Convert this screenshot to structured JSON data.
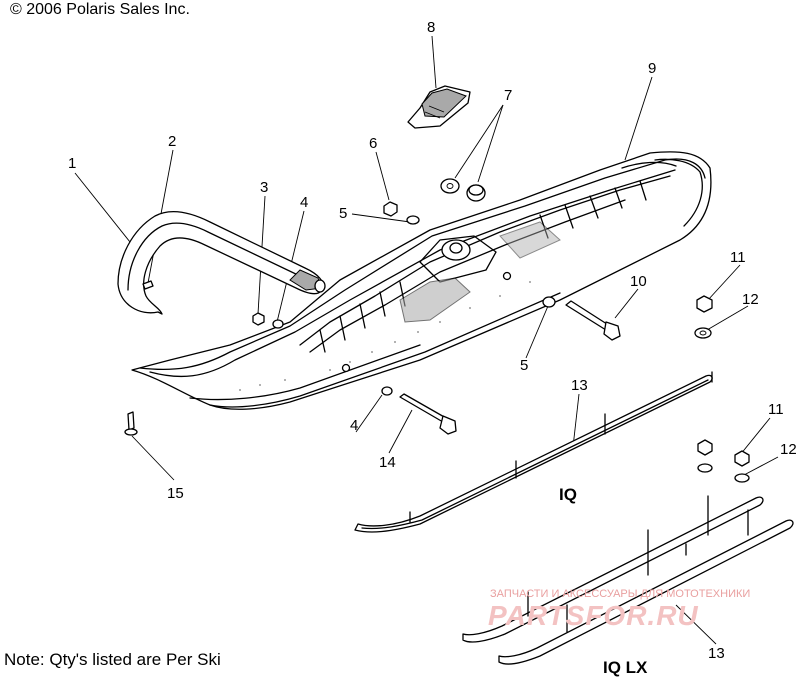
{
  "header": {
    "copyright": "© 2006 Polaris Sales Inc."
  },
  "footer": {
    "note": "Note: Qty's listed are Per Ski"
  },
  "watermark": {
    "line1": "ЗАПЧАСТИ И АКСЕССУАРЫ ДЛЯ МОТОТЕХНИКИ",
    "line2": "PARTSFOR.RU"
  },
  "models": {
    "iq": "IQ",
    "iq_lx": "IQ LX"
  },
  "callouts": [
    {
      "id": "c1",
      "label": "1"
    },
    {
      "id": "c2",
      "label": "2"
    },
    {
      "id": "c3",
      "label": "3"
    },
    {
      "id": "c4a",
      "label": "4"
    },
    {
      "id": "c4b",
      "label": "4"
    },
    {
      "id": "c5a",
      "label": "5"
    },
    {
      "id": "c5b",
      "label": "5"
    },
    {
      "id": "c6",
      "label": "6"
    },
    {
      "id": "c7",
      "label": "7"
    },
    {
      "id": "c8",
      "label": "8"
    },
    {
      "id": "c9",
      "label": "9"
    },
    {
      "id": "c10",
      "label": "10"
    },
    {
      "id": "c11a",
      "label": "11"
    },
    {
      "id": "c11b",
      "label": "11"
    },
    {
      "id": "c12a",
      "label": "12"
    },
    {
      "id": "c12b",
      "label": "12"
    },
    {
      "id": "c13a",
      "label": "13"
    },
    {
      "id": "c13b",
      "label": "13"
    },
    {
      "id": "c14",
      "label": "14"
    },
    {
      "id": "c15",
      "label": "15"
    }
  ]
}
